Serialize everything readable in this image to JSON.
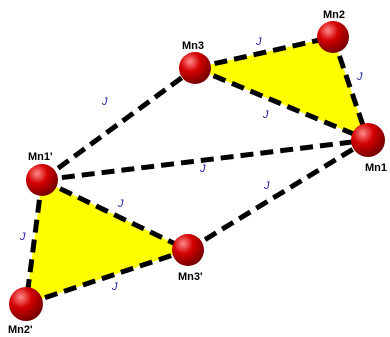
{
  "colors": {
    "triangle_fill": "#ffff00",
    "bond_dash": "#000000",
    "atom_base": "#c40000",
    "atom_highlight": "#ff6a6a",
    "j_label": "#1a1aa8"
  },
  "atoms": {
    "mn1": "Mn1",
    "mn2": "Mn2",
    "mn3": "Mn3",
    "mn1p": "Mn1'",
    "mn2p": "Mn2'",
    "mn3p": "Mn3'"
  },
  "coupling_label": "J"
}
